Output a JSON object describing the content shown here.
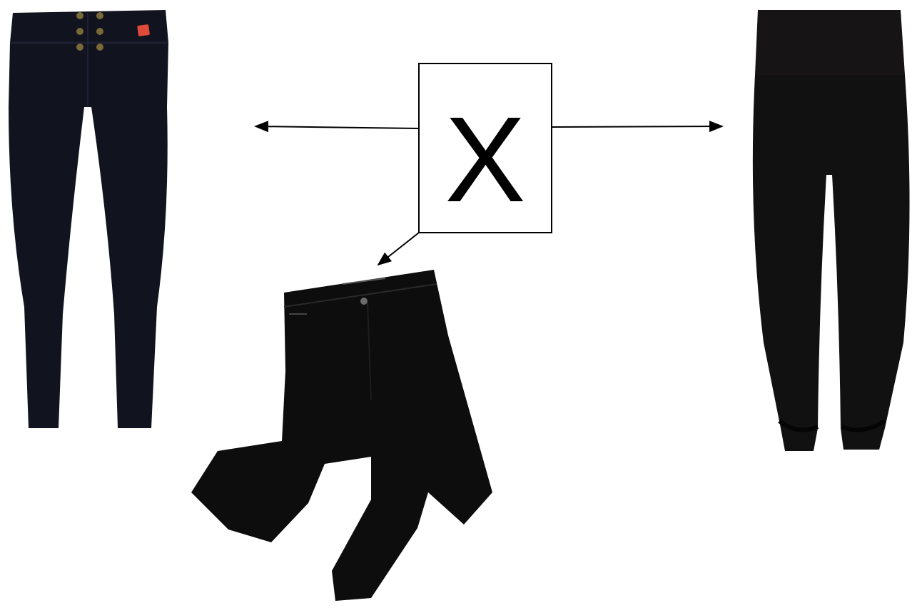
{
  "center_node": {
    "label": "X",
    "border_color": "#000000",
    "fill_color": "#ffffff",
    "text_color": "#000000"
  },
  "items": [
    {
      "id": "pants-slim-highwaist",
      "icon": "slim-high-waist-pants-icon",
      "color": "#11131e",
      "accent": "#e04a3a"
    },
    {
      "id": "pants-jeans-flatlay",
      "icon": "folded-jeans-icon",
      "color": "#0e0d0d"
    },
    {
      "id": "pants-harem",
      "icon": "harem-pants-icon",
      "color": "#121111"
    }
  ],
  "arrows": [
    {
      "from": "center_node",
      "to": "pants-slim-highwaist",
      "color": "#000000"
    },
    {
      "from": "center_node",
      "to": "pants-harem",
      "color": "#000000"
    },
    {
      "from": "center_node",
      "to": "pants-jeans-flatlay",
      "color": "#000000"
    }
  ]
}
